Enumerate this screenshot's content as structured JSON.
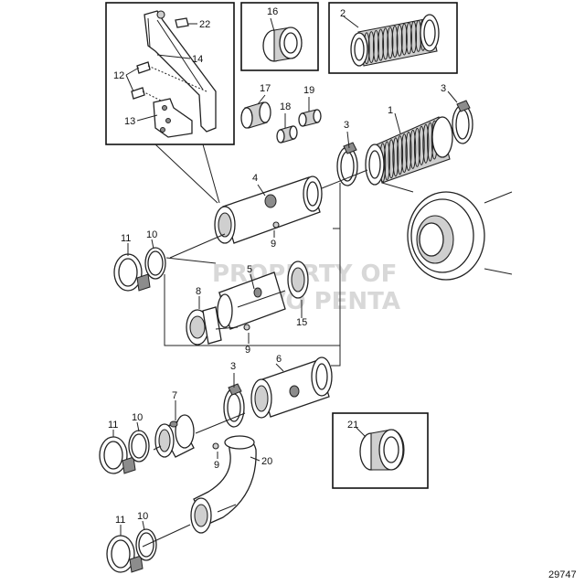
{
  "diagram": {
    "drawing_number": "29747",
    "watermark_lines": [
      "PROPERTY OF",
      "VOLVO PENTA"
    ],
    "callouts": {
      "c1": "1",
      "c2": "2",
      "c3a": "3",
      "c3b": "3",
      "c3c": "3",
      "c4": "4",
      "c5": "5",
      "c6": "6",
      "c7": "7",
      "c8": "8",
      "c9a": "9",
      "c9b": "9",
      "c9c": "9",
      "c10a": "10",
      "c10b": "10",
      "c10c": "10",
      "c11a": "11",
      "c11b": "11",
      "c11c": "11",
      "c12": "12",
      "c13": "13",
      "c14": "14",
      "c15": "15",
      "c16": "16",
      "c17": "17",
      "c18": "18",
      "c19": "19",
      "c20": "20",
      "c21": "21",
      "c22": "22"
    }
  }
}
